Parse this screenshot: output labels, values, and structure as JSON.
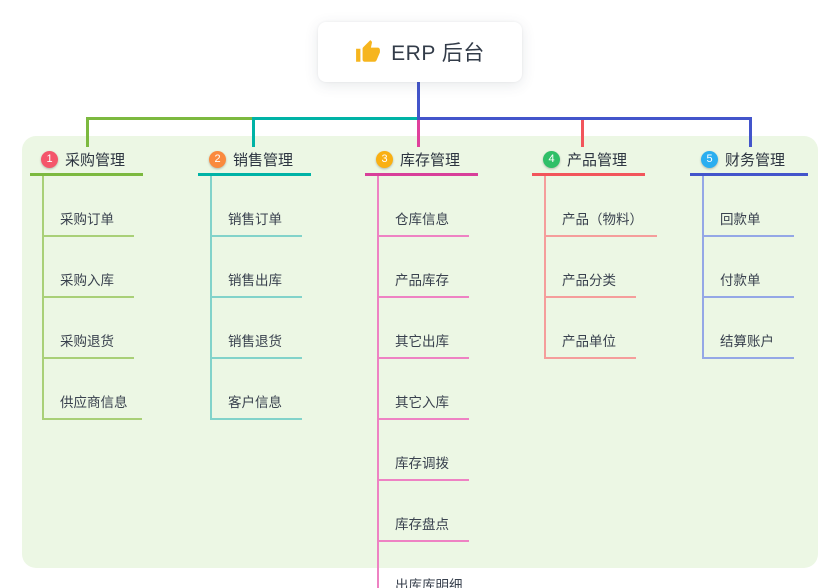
{
  "root": {
    "title": "ERP 后台",
    "icon": "thumbs-up-icon"
  },
  "branches": [
    {
      "num": "1",
      "title": "采购管理",
      "badge_color": "#f4566b",
      "line_color": "#7cb93f",
      "kid_color": "#a9d077",
      "children": [
        "采购订单",
        "采购入库",
        "采购退货",
        "供应商信息"
      ]
    },
    {
      "num": "2",
      "title": "销售管理",
      "badge_color": "#fa8a3e",
      "line_color": "#00b3a6",
      "kid_color": "#82d3ca",
      "children": [
        "销售订单",
        "销售出库",
        "销售退货",
        "客户信息"
      ]
    },
    {
      "num": "3",
      "title": "库存管理",
      "badge_color": "#f9b013",
      "line_color": "#d83f9a",
      "kid_color": "#ee82c3",
      "children": [
        "仓库信息",
        "产品库存",
        "其它出库",
        "其它入库",
        "库存调拨",
        "库存盘点",
        "出库库明细"
      ]
    },
    {
      "num": "4",
      "title": "产品管理",
      "badge_color": "#2fbf68",
      "line_color": "#f2555b",
      "kid_color": "#f59d9b",
      "children": [
        "产品（物料）",
        "产品分类",
        "产品单位"
      ]
    },
    {
      "num": "5",
      "title": "财务管理",
      "badge_color": "#2aaef0",
      "line_color": "#4355cb",
      "kid_color": "#94a7e6",
      "children": [
        "回款单",
        "付款单",
        "结算账户"
      ]
    }
  ],
  "colors": {
    "trunk_blue": "#4355cb",
    "rail_green": "#7cb93f",
    "rail_teal": "#00b3a6",
    "rail_blue": "#4355cb",
    "drop_magenta": "#e0409c",
    "drop_red": "#f2555b",
    "panel_bg": "#ecf7e4"
  }
}
